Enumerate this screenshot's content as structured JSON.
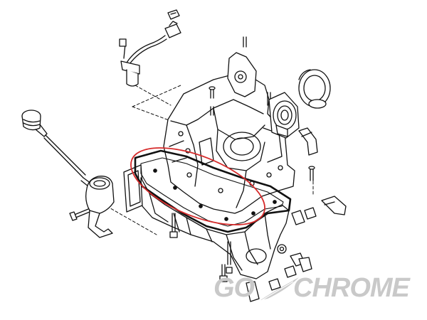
{
  "diagram": {
    "kind": "exploded parts diagram",
    "line_color": "#111111",
    "highlight_color": "#d62b2b",
    "watermark_color": "#c9c9c9"
  },
  "watermark": {
    "left_text": "GO",
    "right_text": "CHROME"
  }
}
